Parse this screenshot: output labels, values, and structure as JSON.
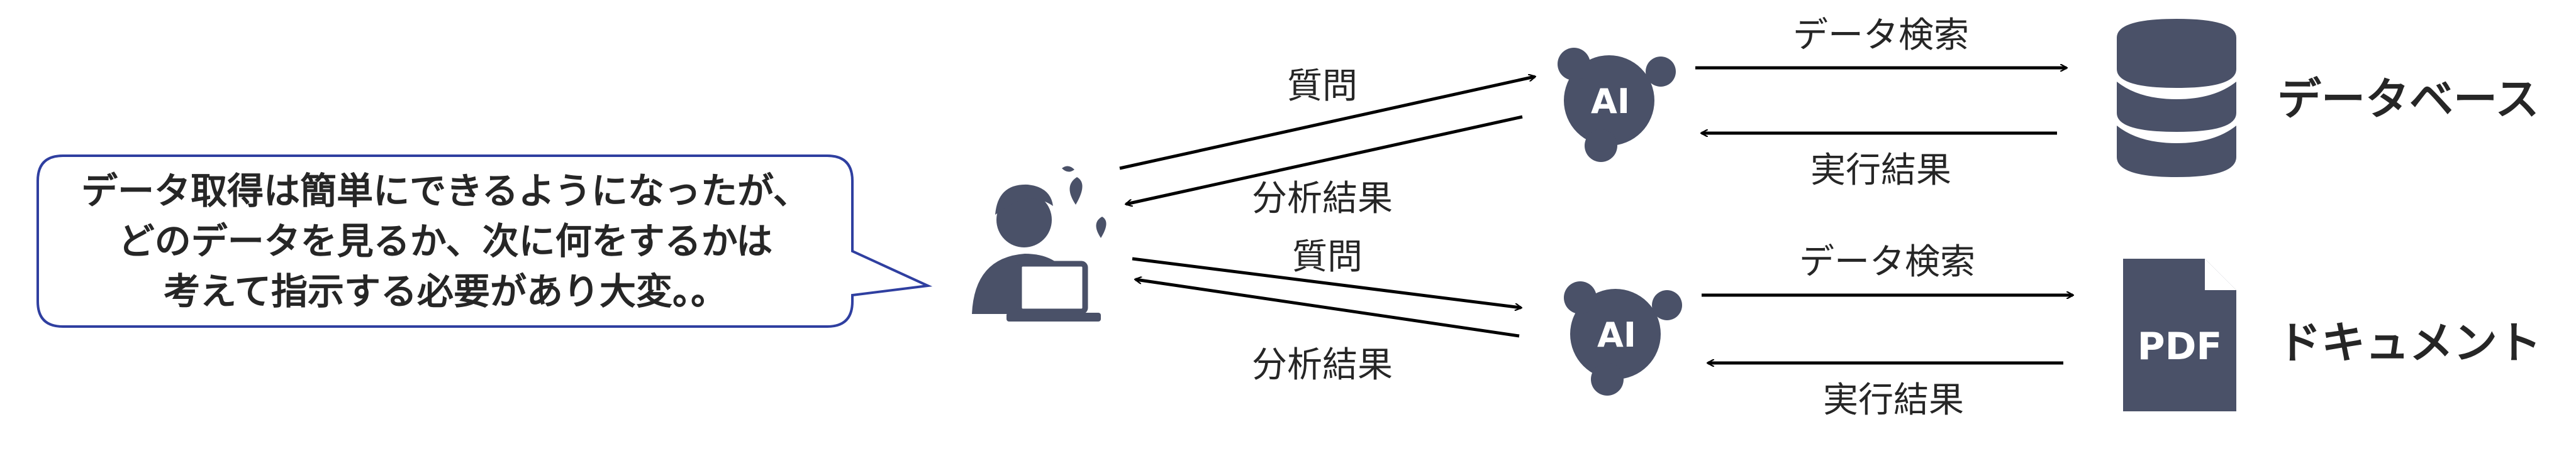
{
  "speech_bubble": {
    "lines": [
      "データ取得は簡単にできるようになったが、",
      "どのデータを見るか、次に何をするかは",
      "考えて指示する必要があり大変。。"
    ]
  },
  "top_flow": {
    "question_label": "質問",
    "result_label": "分析結果",
    "ai_label": "AI",
    "search_label": "データ検索",
    "exec_label": "実行結果",
    "target_label": "データベース"
  },
  "bottom_flow": {
    "question_label": "質問",
    "result_label": "分析結果",
    "ai_label": "AI",
    "search_label": "データ検索",
    "exec_label": "実行結果",
    "doc_icon_label": "PDF",
    "target_label": "ドキュメント"
  },
  "colors": {
    "icon": "#4a5168",
    "bubble_border": "#2f3fa0",
    "arrow": "#000000",
    "text": "#262626"
  }
}
